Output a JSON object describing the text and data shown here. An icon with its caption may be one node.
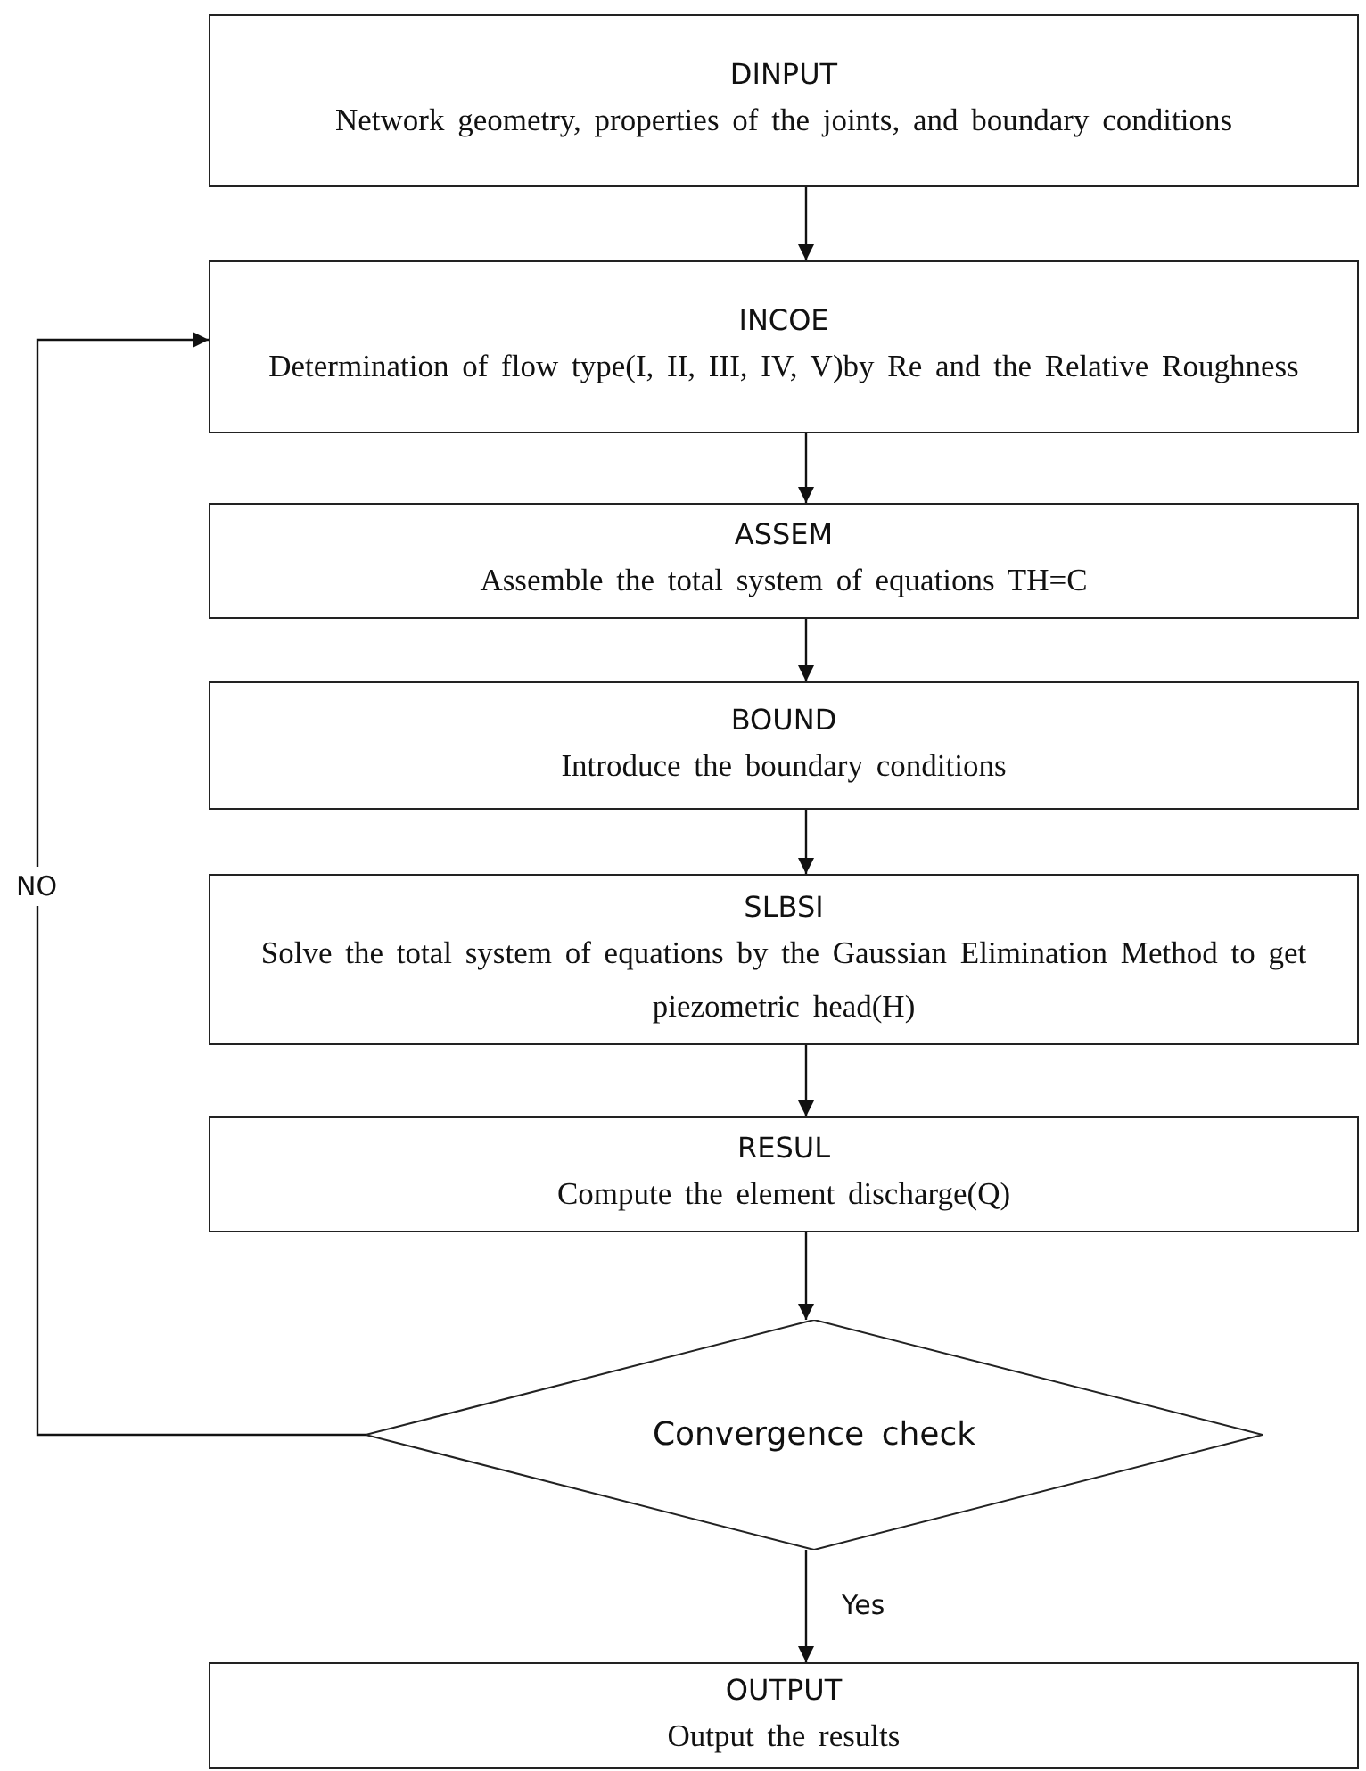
{
  "diagram": {
    "nodes": [
      {
        "text": [
          "DINPUT",
          "Network geometry, properties of the joints, and boundary conditions"
        ]
      },
      {
        "text": [
          "INCOE",
          "Determination of flow type(I, II, III, IV, V)by Re and the Relative Roughness"
        ]
      },
      {
        "text": [
          "ASSEM",
          "Assemble the total system of equations TH=C"
        ]
      },
      {
        "text": [
          "BOUND",
          "Introduce the boundary conditions"
        ]
      },
      {
        "text": [
          "SLBSI",
          "Solve the total system of equations by the Gaussian Elimination Method to get piezometric head(H)"
        ]
      },
      {
        "text": [
          "RESUL",
          "Compute the element discharge(Q)"
        ]
      },
      {
        "text": [
          "Convergence check"
        ]
      },
      {
        "text": [
          "OUTPUT",
          "Output the results"
        ]
      }
    ],
    "edges": [
      {
        "from": 0,
        "to": 1,
        "arrow": "to"
      },
      {
        "from": 1,
        "to": 2,
        "arrow": "to"
      },
      {
        "from": 2,
        "to": 3,
        "arrow": "to"
      },
      {
        "from": 3,
        "to": 4,
        "arrow": "to"
      },
      {
        "from": 4,
        "to": 5,
        "arrow": "to"
      },
      {
        "from": 5,
        "to": 6,
        "arrow": "to"
      },
      {
        "from": 6,
        "to": 1,
        "arrow": "to",
        "label": "NO"
      },
      {
        "from": 6,
        "to": 7,
        "arrow": "to",
        "label": "Yes"
      }
    ]
  }
}
